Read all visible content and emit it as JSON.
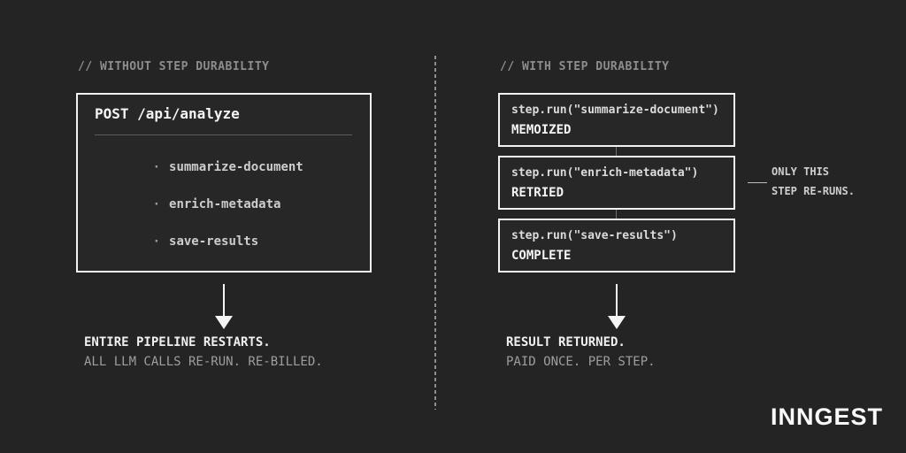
{
  "colors": {
    "background": "#242424",
    "box_background": "#272727",
    "box_border": "#f2f2f2",
    "heading_gray": "#8d8d8d",
    "text_white": "#f5f5f5",
    "text_gray": "#9e9e9e",
    "divider_dotted": "#8f8f8f"
  },
  "left_panel": {
    "header": "// WITHOUT STEP DURABILITY",
    "request_box": {
      "title": "POST /api/analyze",
      "bullet": "·",
      "steps": [
        "summarize-document",
        "enrich-metadata",
        "save-results"
      ]
    },
    "result_title": "ENTIRE PIPELINE RESTARTS.",
    "result_subtitle": "ALL LLM CALLS RE-RUN. RE-BILLED."
  },
  "right_panel": {
    "header": "// WITH STEP DURABILITY",
    "step_boxes": [
      {
        "code": "step.run(\"summarize-document\")",
        "status": "MEMOIZED"
      },
      {
        "code": "step.run(\"enrich-metadata\")",
        "status": "RETRIED"
      },
      {
        "code": "step.run(\"save-results\")",
        "status": "COMPLETE"
      }
    ],
    "annotation": {
      "line1": "ONLY THIS",
      "line2": "STEP RE-RUNS."
    },
    "result_title": "RESULT RETURNED.",
    "result_subtitle": "PAID ONCE. PER STEP."
  },
  "footer": {
    "logo": "INNGEST"
  }
}
